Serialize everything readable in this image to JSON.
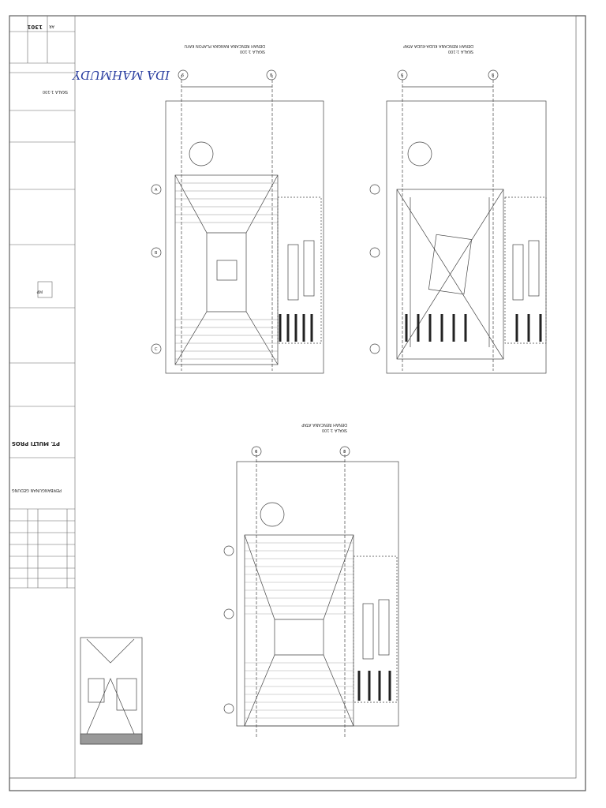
{
  "title_block": {
    "sheet_number": "1301",
    "sheet_code": "AR",
    "company": "PT. MULTI PROS",
    "project": "PEMBANGUNAN GEDUNG",
    "scale_label": "SKALA 1:100",
    "logo_text": "MP"
  },
  "signature": {
    "text": "IDA MAHMUDY"
  },
  "drawings": [
    {
      "title": "DENAH RENCANA RANGKA PLAFON KAYU",
      "scale": "SKALA 1:100"
    },
    {
      "title": "DENAH RENCANA KUDA-KUDA ATAP",
      "scale": "SKALA 1:100"
    },
    {
      "title": "DENAH RENCANA ATAP",
      "scale": "SKALA 1:100"
    }
  ],
  "grid_labels": [
    "6",
    "8",
    "A",
    "B",
    "C"
  ],
  "colors": {
    "ink": "#333333",
    "signature": "#2a3ea0",
    "paper": "#ffffff"
  }
}
